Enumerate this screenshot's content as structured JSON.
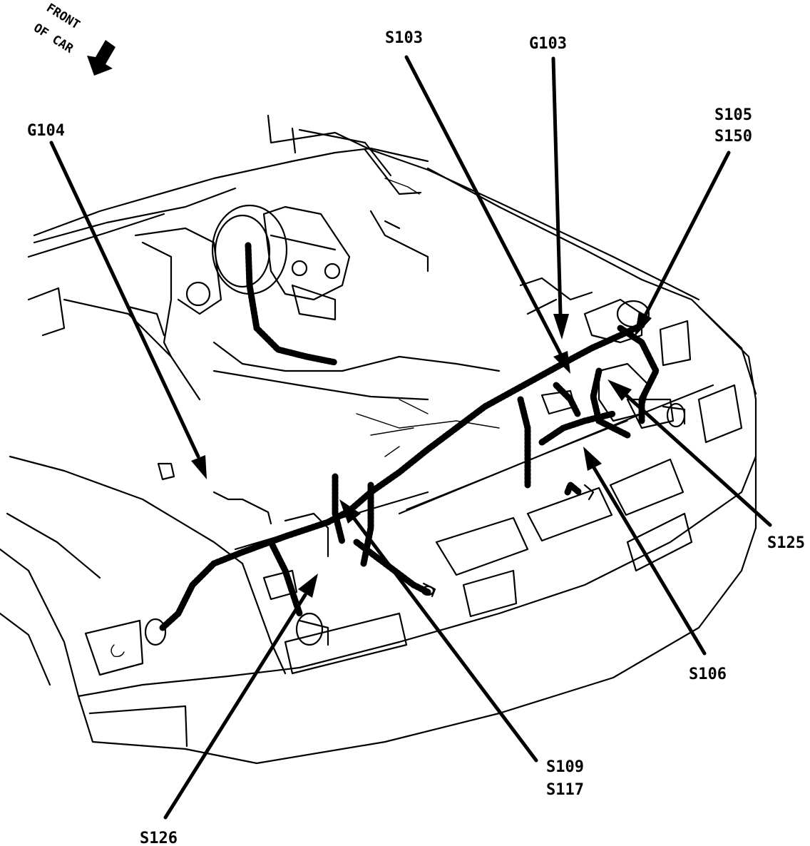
{
  "orientation": {
    "line1": "FRONT",
    "line2": "OF CAR"
  },
  "callouts": {
    "g104": "G104",
    "s103": "S103",
    "g103": "G103",
    "s105": "S105",
    "s150": "S150",
    "s125": "S125",
    "s106": "S106",
    "s109": "S109",
    "s117": "S117",
    "s126": "S126"
  }
}
